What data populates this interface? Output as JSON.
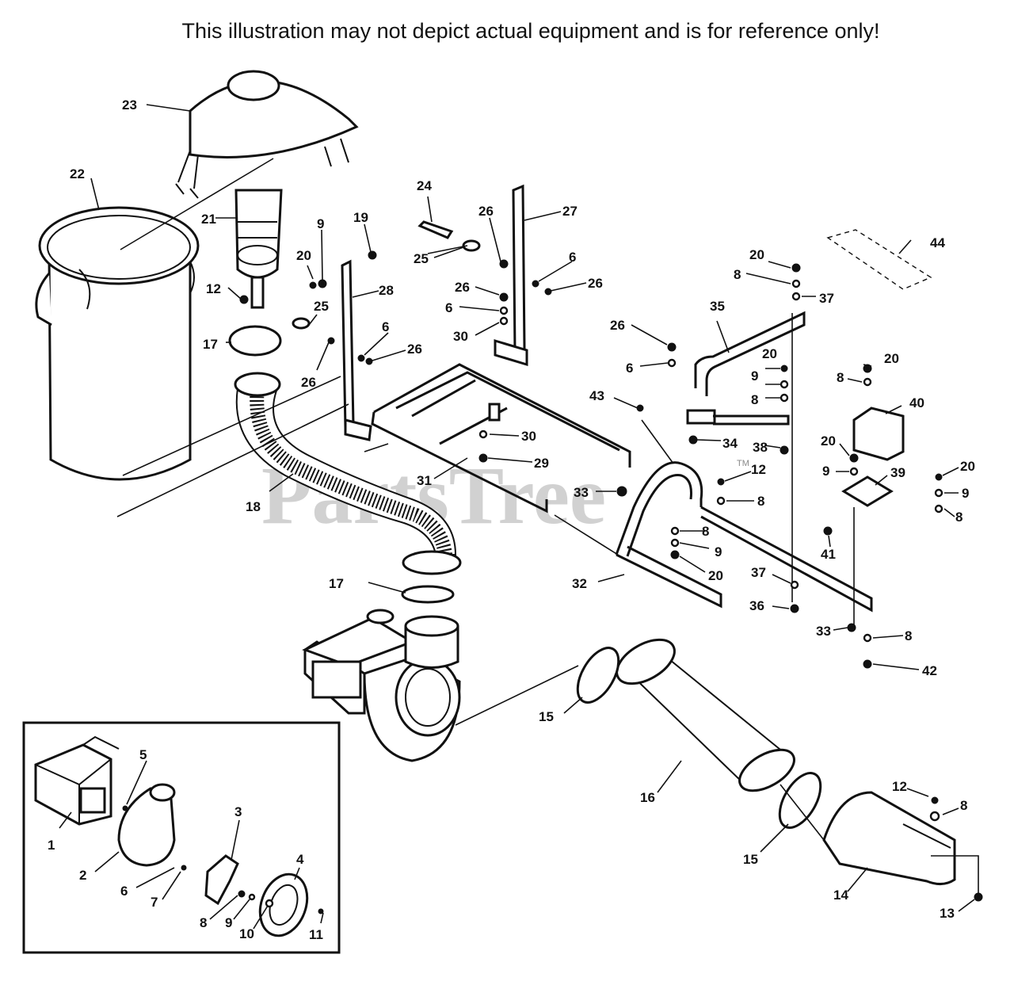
{
  "disclaimer": "This illustration may not depict actual equipment and is for reference only!",
  "watermark": {
    "text": "PartsTree",
    "tm": "TM"
  },
  "callouts": {
    "c1": "1",
    "c2": "2",
    "c3": "3",
    "c4": "4",
    "c5": "5",
    "c6": "6",
    "c7": "7",
    "c8": "8",
    "c9": "9",
    "c10": "10",
    "c11": "11",
    "c12": "12",
    "c13": "13",
    "c14": "14",
    "c15": "15",
    "c16": "16",
    "c17": "17",
    "c18": "18",
    "c19": "19",
    "c20": "20",
    "c21": "21",
    "c22": "22",
    "c23": "23",
    "c24": "24",
    "c25": "25",
    "c26": "26",
    "c27": "27",
    "c28": "28",
    "c29": "29",
    "c30": "30",
    "c31": "31",
    "c32": "32",
    "c33": "33",
    "c34": "34",
    "c35": "35",
    "c36": "36",
    "c37": "37",
    "c38": "38",
    "c39": "39",
    "c40": "40",
    "c41": "41",
    "c42": "42",
    "c43": "43",
    "c44": "44"
  },
  "colors": {
    "ink": "#111111",
    "background": "#ffffff",
    "watermark": "#9a9a9a"
  }
}
